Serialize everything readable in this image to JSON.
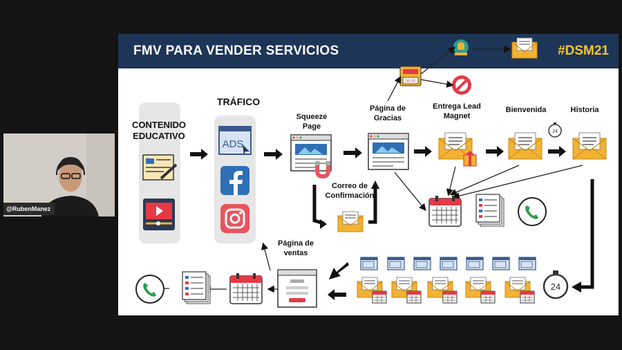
{
  "slide": {
    "title": "FMV PARA VENDER SERVICIOS",
    "tag": "#DSM21",
    "colors": {
      "header": "#1d3557",
      "tag": "#f4c430",
      "envelope": "#f2b233",
      "arrow": "#111111"
    }
  },
  "webcam": {
    "name": "@RubenManez"
  },
  "labels": {
    "contenido": "CONTENIDO EDUCATIVO",
    "trafico": "TRÁFICO",
    "squeeze": "Squeeze Page",
    "gracias": "Página de Gracias",
    "entrega": "Entrega Lead Magnet",
    "bienvenida": "Bienvenida",
    "historia": "Historia",
    "correo": "Correo de Confirmación",
    "ventas": "Página de ventas"
  },
  "icons": {
    "ads": "ADS",
    "stopwatch": "24",
    "timer_display": "00:00"
  }
}
